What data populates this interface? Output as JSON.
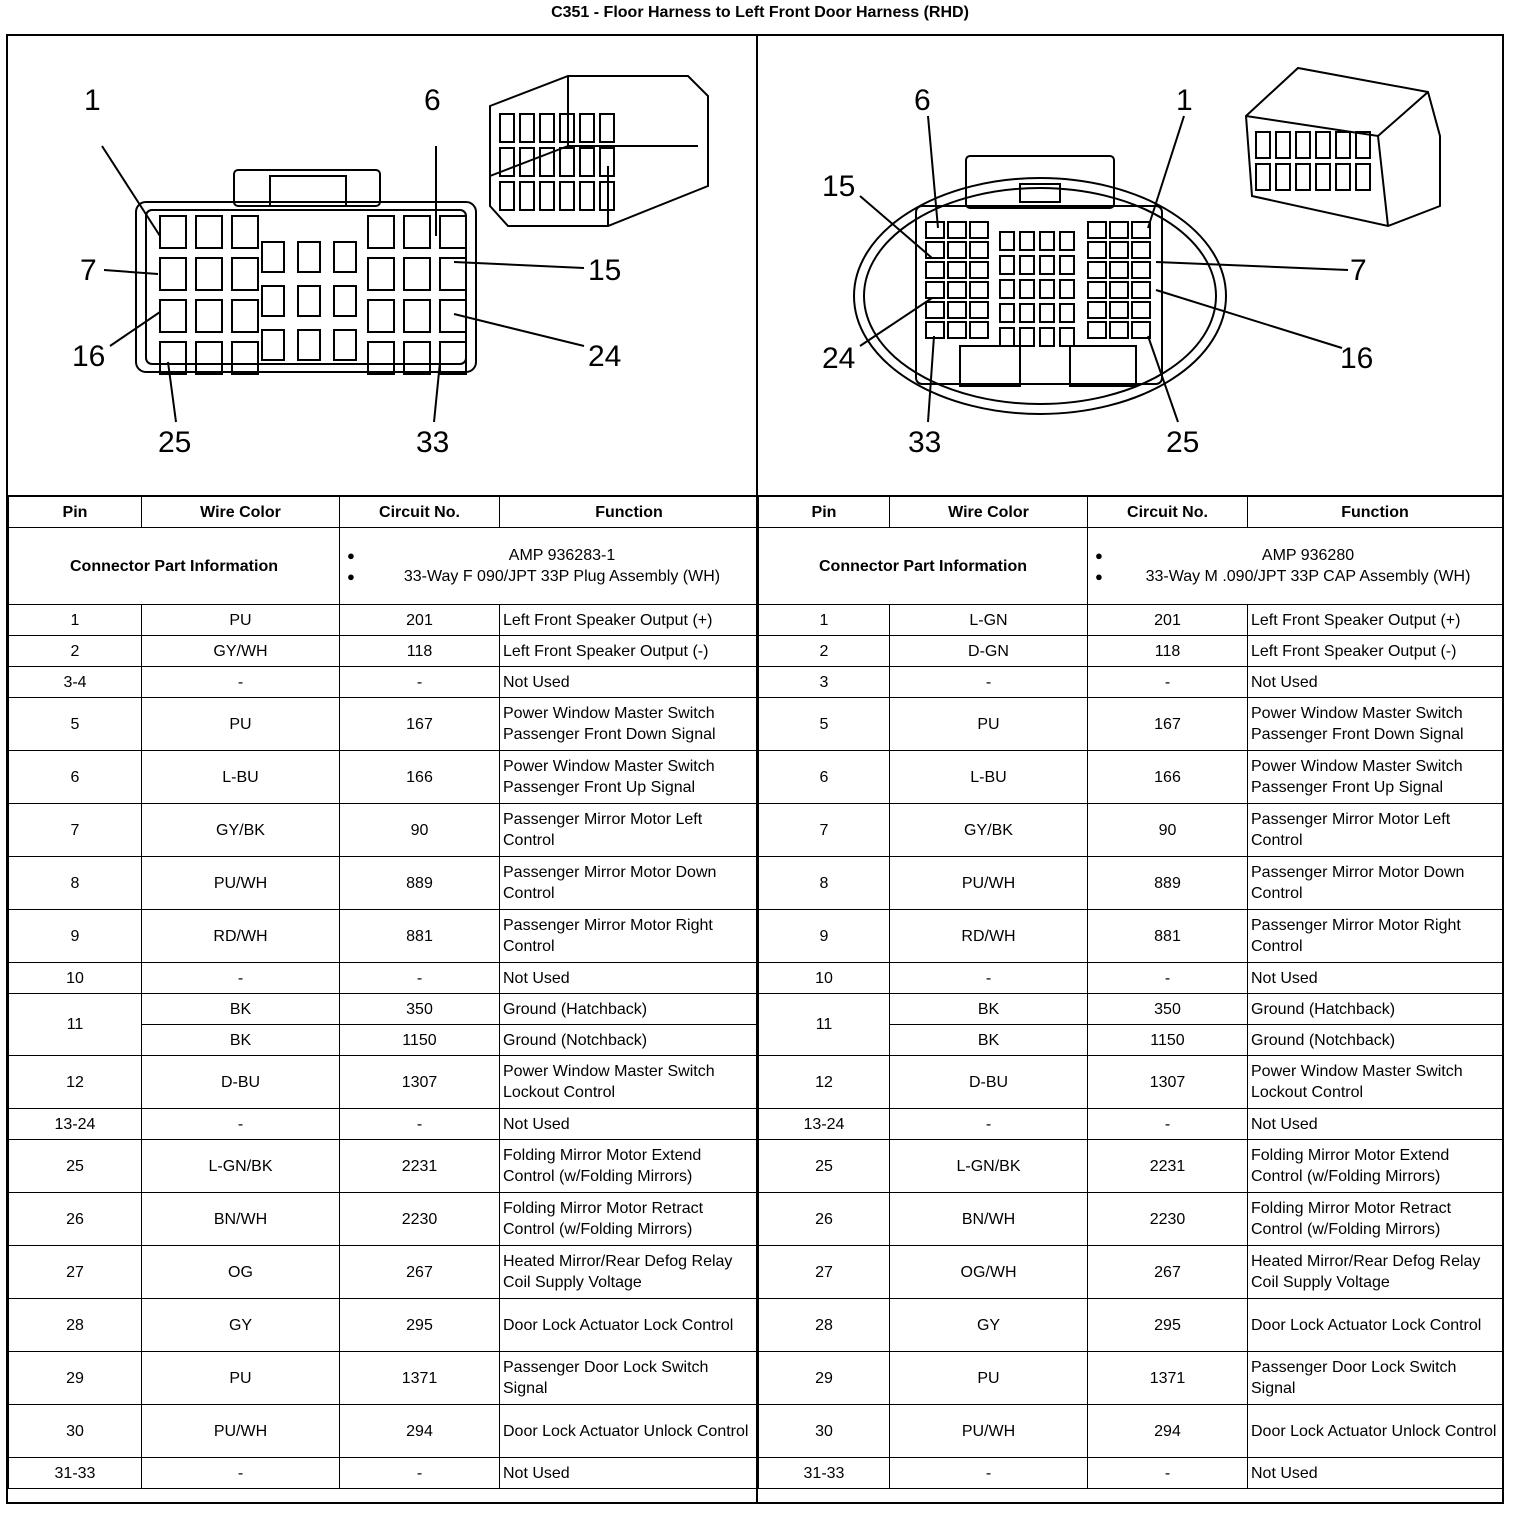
{
  "title": "C351 - Floor Harness to Left Front Door Harness (RHD)",
  "connectors": [
    {
      "side": "left",
      "cpi_label": "Connector Part Information",
      "cpi_items": [
        "AMP 936283-1",
        "33-Way F 090/JPT 33P Plug Assembly (WH)"
      ],
      "callouts": [
        "1",
        "6",
        "7",
        "15",
        "16",
        "24",
        "25",
        "33"
      ],
      "headers": {
        "pin": "Pin",
        "wire": "Wire Color",
        "circuit": "Circuit No.",
        "function": "Function"
      },
      "rows": [
        {
          "pin": "1",
          "wire": "PU",
          "circuit": "201",
          "function": "Left Front Speaker Output (+)",
          "lines": 1
        },
        {
          "pin": "2",
          "wire": "GY/WH",
          "circuit": "118",
          "function": "Left Front Speaker Output (-)",
          "lines": 1
        },
        {
          "pin": "3-4",
          "wire": "-",
          "circuit": "-",
          "function": "Not Used",
          "lines": 1
        },
        {
          "pin": "5",
          "wire": "PU",
          "circuit": "167",
          "function": "Power Window Master Switch Passenger Front Down Signal",
          "lines": 2
        },
        {
          "pin": "6",
          "wire": "L-BU",
          "circuit": "166",
          "function": "Power Window Master Switch Passenger Front Up Signal",
          "lines": 2
        },
        {
          "pin": "7",
          "wire": "GY/BK",
          "circuit": "90",
          "function": "Passenger Mirror Motor Left Control",
          "lines": 2
        },
        {
          "pin": "8",
          "wire": "PU/WH",
          "circuit": "889",
          "function": "Passenger Mirror Motor Down Control",
          "lines": 2
        },
        {
          "pin": "9",
          "wire": "RD/WH",
          "circuit": "881",
          "function": "Passenger Mirror Motor Right Control",
          "lines": 2
        },
        {
          "pin": "10",
          "wire": "-",
          "circuit": "-",
          "function": "Not Used",
          "lines": 1
        },
        {
          "pin": "11",
          "wire": "BK",
          "circuit": "350",
          "function": "Ground (Hatchback)",
          "lines": 1,
          "rowspan": 2
        },
        {
          "pin": "",
          "wire": "BK",
          "circuit": "1150",
          "function": "Ground (Notchback)",
          "lines": 1,
          "cont": true
        },
        {
          "pin": "12",
          "wire": "D-BU",
          "circuit": "1307",
          "function": "Power Window Master Switch Lockout Control",
          "lines": 2
        },
        {
          "pin": "13-24",
          "wire": "-",
          "circuit": "-",
          "function": "Not Used",
          "lines": 1
        },
        {
          "pin": "25",
          "wire": "L-GN/BK",
          "circuit": "2231",
          "function": "Folding Mirror Motor Extend Control (w/Folding Mirrors)",
          "lines": 2
        },
        {
          "pin": "26",
          "wire": "BN/WH",
          "circuit": "2230",
          "function": "Folding Mirror Motor Retract Control (w/Folding Mirrors)",
          "lines": 2
        },
        {
          "pin": "27",
          "wire": "OG",
          "circuit": "267",
          "function": "Heated Mirror/Rear Defog Relay Coil Supply Voltage",
          "lines": 2
        },
        {
          "pin": "28",
          "wire": "GY",
          "circuit": "295",
          "function": "Door Lock Actuator Lock Control",
          "lines": 2
        },
        {
          "pin": "29",
          "wire": "PU",
          "circuit": "1371",
          "function": "Passenger Door Lock Switch Signal",
          "lines": 2
        },
        {
          "pin": "30",
          "wire": "PU/WH",
          "circuit": "294",
          "function": "Door Lock Actuator Unlock Control",
          "lines": 2
        },
        {
          "pin": "31-33",
          "wire": "-",
          "circuit": "-",
          "function": "Not Used",
          "lines": 1
        }
      ]
    },
    {
      "side": "right",
      "cpi_label": "Connector Part Information",
      "cpi_items": [
        "AMP 936280",
        "33-Way M .090/JPT 33P CAP Assembly (WH)"
      ],
      "callouts": [
        "6",
        "1",
        "15",
        "7",
        "24",
        "16",
        "33",
        "25"
      ],
      "headers": {
        "pin": "Pin",
        "wire": "Wire Color",
        "circuit": "Circuit No.",
        "function": "Function"
      },
      "rows": [
        {
          "pin": "1",
          "wire": "L-GN",
          "circuit": "201",
          "function": "Left Front Speaker Output (+)",
          "lines": 1
        },
        {
          "pin": "2",
          "wire": "D-GN",
          "circuit": "118",
          "function": "Left Front Speaker Output (-)",
          "lines": 1
        },
        {
          "pin": "3",
          "wire": "-",
          "circuit": "-",
          "function": "Not Used",
          "lines": 1
        },
        {
          "pin": "5",
          "wire": "PU",
          "circuit": "167",
          "function": "Power Window Master Switch Passenger Front Down Signal",
          "lines": 2
        },
        {
          "pin": "6",
          "wire": "L-BU",
          "circuit": "166",
          "function": "Power Window Master Switch Passenger Front Up Signal",
          "lines": 2
        },
        {
          "pin": "7",
          "wire": "GY/BK",
          "circuit": "90",
          "function": "Passenger Mirror Motor Left Control",
          "lines": 2
        },
        {
          "pin": "8",
          "wire": "PU/WH",
          "circuit": "889",
          "function": "Passenger Mirror Motor Down Control",
          "lines": 2
        },
        {
          "pin": "9",
          "wire": "RD/WH",
          "circuit": "881",
          "function": "Passenger Mirror Motor Right Control",
          "lines": 2
        },
        {
          "pin": "10",
          "wire": "-",
          "circuit": "-",
          "function": "Not Used",
          "lines": 1
        },
        {
          "pin": "11",
          "wire": "BK",
          "circuit": "350",
          "function": "Ground (Hatchback)",
          "lines": 1,
          "rowspan": 2
        },
        {
          "pin": "",
          "wire": "BK",
          "circuit": "1150",
          "function": "Ground (Notchback)",
          "lines": 1,
          "cont": true
        },
        {
          "pin": "12",
          "wire": "D-BU",
          "circuit": "1307",
          "function": "Power Window Master Switch Lockout Control",
          "lines": 2
        },
        {
          "pin": "13-24",
          "wire": "-",
          "circuit": "-",
          "function": "Not Used",
          "lines": 1
        },
        {
          "pin": "25",
          "wire": "L-GN/BK",
          "circuit": "2231",
          "function": "Folding Mirror Motor Extend Control (w/Folding Mirrors)",
          "lines": 2
        },
        {
          "pin": "26",
          "wire": "BN/WH",
          "circuit": "2230",
          "function": "Folding Mirror Motor Retract Control (w/Folding Mirrors)",
          "lines": 2
        },
        {
          "pin": "27",
          "wire": "OG/WH",
          "circuit": "267",
          "function": "Heated Mirror/Rear Defog Relay Coil Supply Voltage",
          "lines": 2
        },
        {
          "pin": "28",
          "wire": "GY",
          "circuit": "295",
          "function": "Door Lock Actuator Lock Control",
          "lines": 2
        },
        {
          "pin": "29",
          "wire": "PU",
          "circuit": "1371",
          "function": "Passenger Door Lock Switch Signal",
          "lines": 2
        },
        {
          "pin": "30",
          "wire": "PU/WH",
          "circuit": "294",
          "function": "Door Lock Actuator Unlock Control",
          "lines": 2
        },
        {
          "pin": "31-33",
          "wire": "-",
          "circuit": "-",
          "function": "Not Used",
          "lines": 1
        }
      ]
    }
  ]
}
